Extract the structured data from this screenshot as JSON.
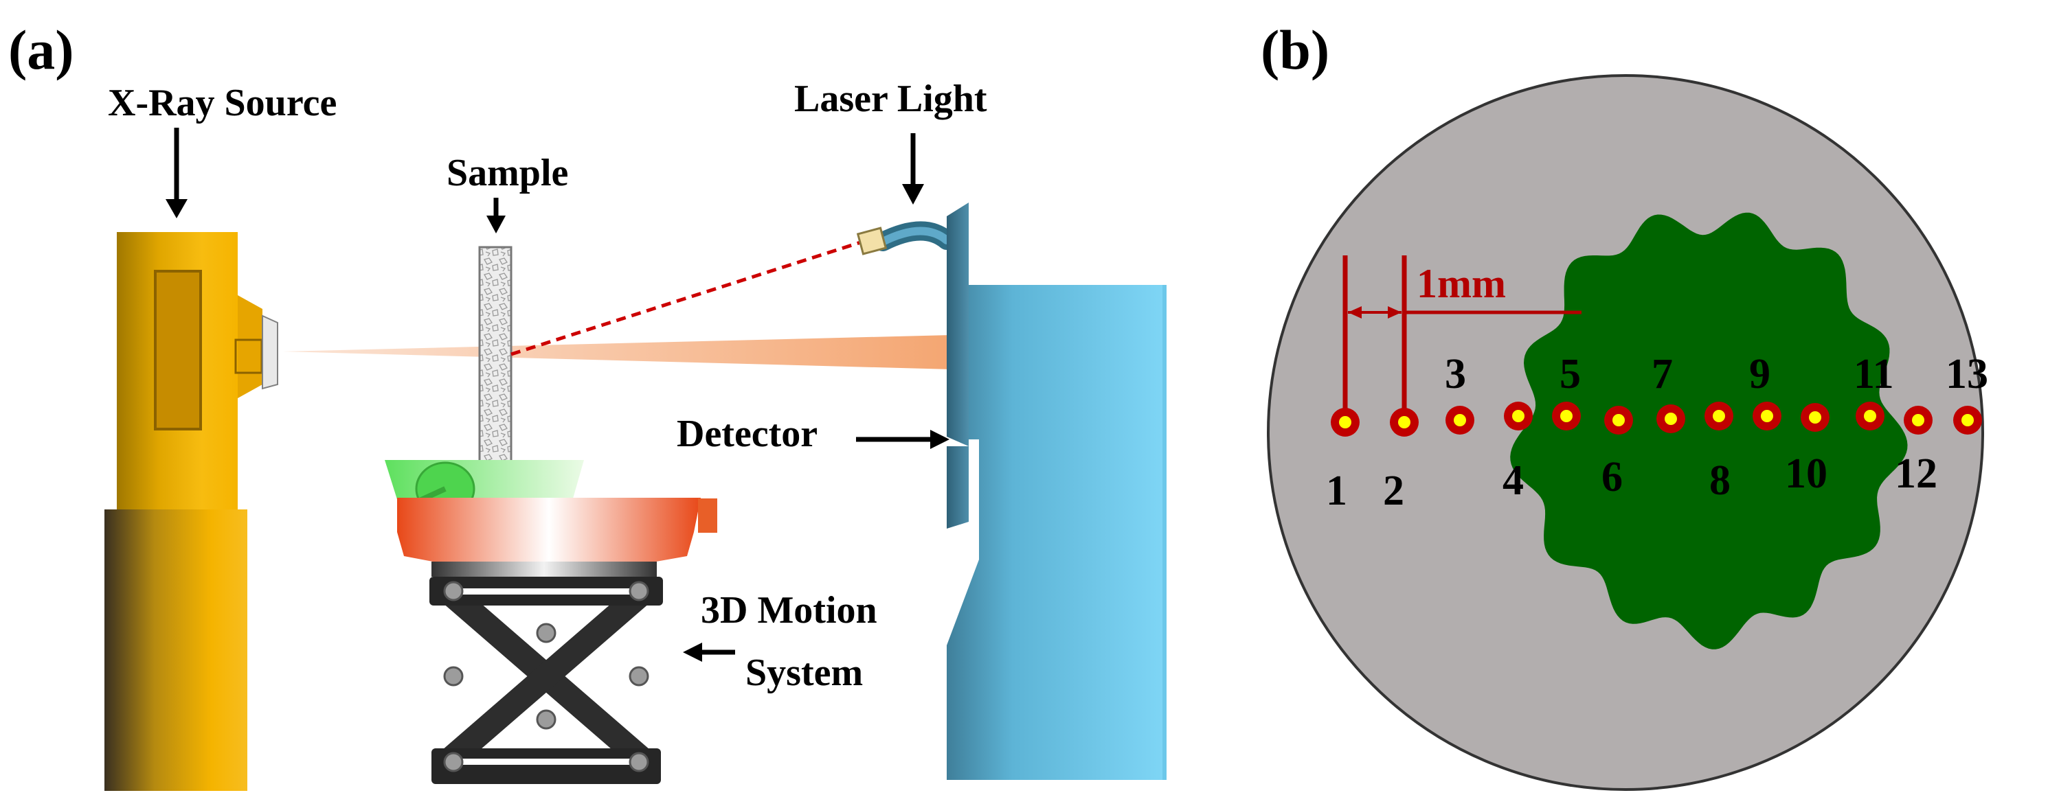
{
  "panel_a": {
    "label": "(a)",
    "labels": {
      "xray_source": "X-Ray Source",
      "sample": "Sample",
      "laser_light": "Laser Light",
      "detector": "Detector",
      "motion_line1": "3D Motion",
      "motion_line2": "System"
    }
  },
  "panel_b": {
    "label": "(b)",
    "scale_label": "1mm",
    "points": [
      {
        "label": "1"
      },
      {
        "label": "2"
      },
      {
        "label": "3"
      },
      {
        "label": "4"
      },
      {
        "label": "5"
      },
      {
        "label": "6"
      },
      {
        "label": "7"
      },
      {
        "label": "8"
      },
      {
        "label": "9"
      },
      {
        "label": "10"
      },
      {
        "label": "11"
      },
      {
        "label": "12"
      },
      {
        "label": "13"
      }
    ]
  },
  "colors": {
    "xray_tube": "#f5b400",
    "detector": "#5bbcdf",
    "beam": "#f4a070",
    "laser_dashed": "#cc0000",
    "sample_disc": "#b2aeae",
    "sample_region": "#006400",
    "point_ring": "#c00000",
    "point_center": "#ffff00",
    "scale_bar": "#b30000"
  },
  "icons": [
    "xray-tube-icon",
    "sample-strip-icon",
    "laser-head-icon",
    "detector-icon",
    "motion-stage-icon"
  ]
}
